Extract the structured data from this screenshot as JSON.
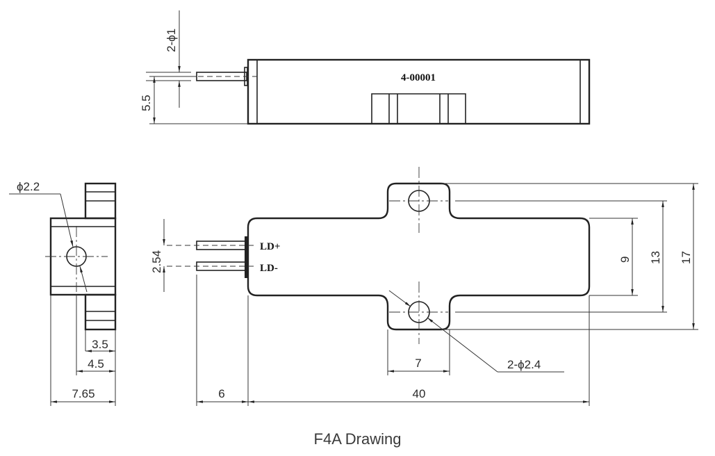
{
  "title": "F4A Drawing",
  "top_view": {
    "part_number": "4-00001",
    "dims": {
      "pin_dia": "2-ϕ1",
      "pin_height": "5.5"
    }
  },
  "side_view": {
    "dims": {
      "hole_dia": "ϕ2.2",
      "d1": "3.5",
      "d2": "4.5",
      "width": "7.65"
    }
  },
  "front_view": {
    "pin_labels": {
      "positive": "LD+",
      "negative": "LD-"
    },
    "dims": {
      "pin_pitch": "2.54",
      "pin_length": "6",
      "body_length": "40",
      "tab_width": "7",
      "mount_holes": "2-ϕ2.4",
      "body_height": "9",
      "hole_spacing": "13",
      "total_height": "17"
    }
  },
  "colors": {
    "line": "#222222",
    "text": "#2a2a2a"
  }
}
